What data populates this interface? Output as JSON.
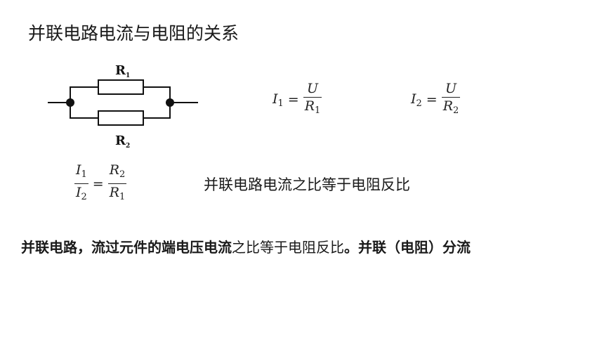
{
  "slide": {
    "title": "并联电路电流与电阻的关系"
  },
  "circuit": {
    "r1_label": "R",
    "r1_sub": "1",
    "r2_label": "R",
    "r2_sub": "2"
  },
  "formulas": {
    "f1": {
      "lhs": "I",
      "lhs_sub": "1",
      "eq": "=",
      "num": "U",
      "den": "R",
      "den_sub": "1"
    },
    "f2": {
      "lhs": "I",
      "lhs_sub": "2",
      "eq": "=",
      "num": "U",
      "den": "R",
      "den_sub": "2"
    },
    "f3": {
      "num": "I",
      "num_sub": "1",
      "den": "I",
      "den_sub": "2",
      "eq": "=",
      "num2": "R",
      "num2_sub": "2",
      "den2": "R",
      "den2_sub": "1"
    }
  },
  "note": "并联电路电流之比等于电阻反比",
  "summary": {
    "part1": "并联电路，流过元件的端电压电流",
    "part2": "之比等于电阻反比",
    "part3": "。并联（电阻）分流"
  }
}
